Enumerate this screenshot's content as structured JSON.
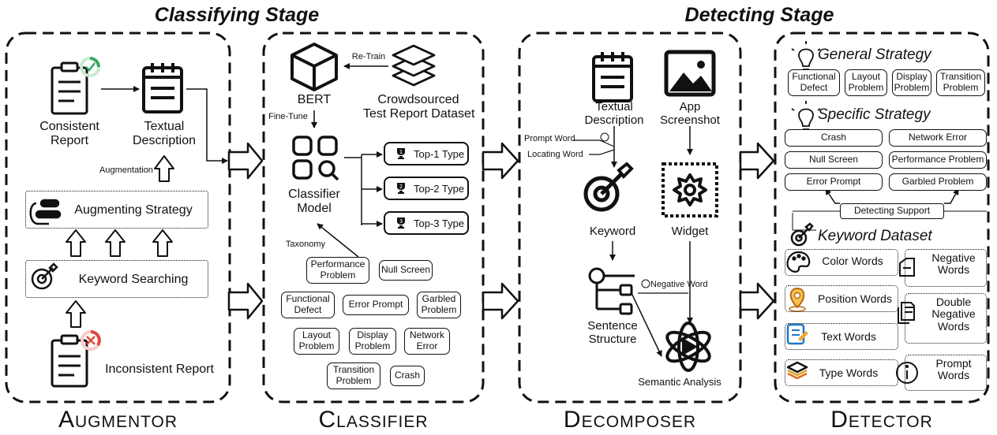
{
  "stages": {
    "classifying": "Classifying Stage",
    "detecting": "Detecting Stage"
  },
  "panels": {
    "augmentor": "Augmentor",
    "classifier": "Classifier",
    "decomposer": "Decomposer",
    "detector": "Detector"
  },
  "augmentor": {
    "consistent_report": [
      "Consistent",
      "Report"
    ],
    "textual_description": [
      "Textual",
      "Description"
    ],
    "augmentation": "Augmentation",
    "augmenting_strategy": "Augmenting Strategy",
    "keyword_searching": "Keyword Searching",
    "inconsistent_report": "Inconsistent Report"
  },
  "classifier": {
    "retrain": "Re-Train",
    "bert": "BERT",
    "dataset": [
      "Crowdsourced",
      "Test Report Dataset"
    ],
    "fine_tune": "Fine-Tune",
    "model": [
      "Classifier",
      "Model"
    ],
    "top_types": [
      "Top-1 Type",
      "Top-2 Type",
      "Top-3 Type"
    ],
    "top_ranks": [
      "1",
      "2",
      "3"
    ],
    "taxonomy": "Taxonomy",
    "categories": {
      "performance": [
        "Performance",
        "Problem"
      ],
      "null_screen": "Null Screen",
      "functional": [
        "Functional",
        "Defect"
      ],
      "error_prompt": "Error Prompt",
      "garbled": [
        "Garbled",
        "Problem"
      ],
      "layout": [
        "Layout",
        "Problem"
      ],
      "display": [
        "Display",
        "Problem"
      ],
      "network": [
        "Network",
        "Error"
      ],
      "transition": [
        "Transition",
        "Problem"
      ],
      "crash": "Crash"
    }
  },
  "decomposer": {
    "textual_description": [
      "Textual",
      "Description"
    ],
    "app_screenshot": [
      "App",
      "Screenshot"
    ],
    "prompt_word": "Prompt Word",
    "locating_word": "Locating Word",
    "keyword": "Keyword",
    "widget": "Widget",
    "negative_word": "Negative Word",
    "sentence_structure": [
      "Sentence",
      "Structure"
    ],
    "semantic_analysis": "Semantic Analysis"
  },
  "detector": {
    "general_strategy": "General Strategy",
    "general_items": [
      [
        "Functional",
        "Defect"
      ],
      [
        "Layout",
        "Problem"
      ],
      [
        "Display",
        "Problem"
      ],
      [
        "Transition",
        "Problem"
      ]
    ],
    "specific_strategy": "Specific Strategy",
    "specific_items": [
      "Crash",
      "Network Error",
      "Null Screen",
      "Performance Problem",
      "Error Prompt",
      "Garbled Problem"
    ],
    "detecting_support": "Detecting Support",
    "keyword_dataset": "Keyword Dataset",
    "color_words": "Color Words",
    "position_words": "Position Words",
    "text_words": "Text Words",
    "type_words": "Type Words",
    "negative_words": [
      "Negative",
      "Words"
    ],
    "double_negative_words": [
      "Double",
      "Negative",
      "Words"
    ],
    "prompt_words": [
      "Prompt",
      "Words"
    ]
  }
}
